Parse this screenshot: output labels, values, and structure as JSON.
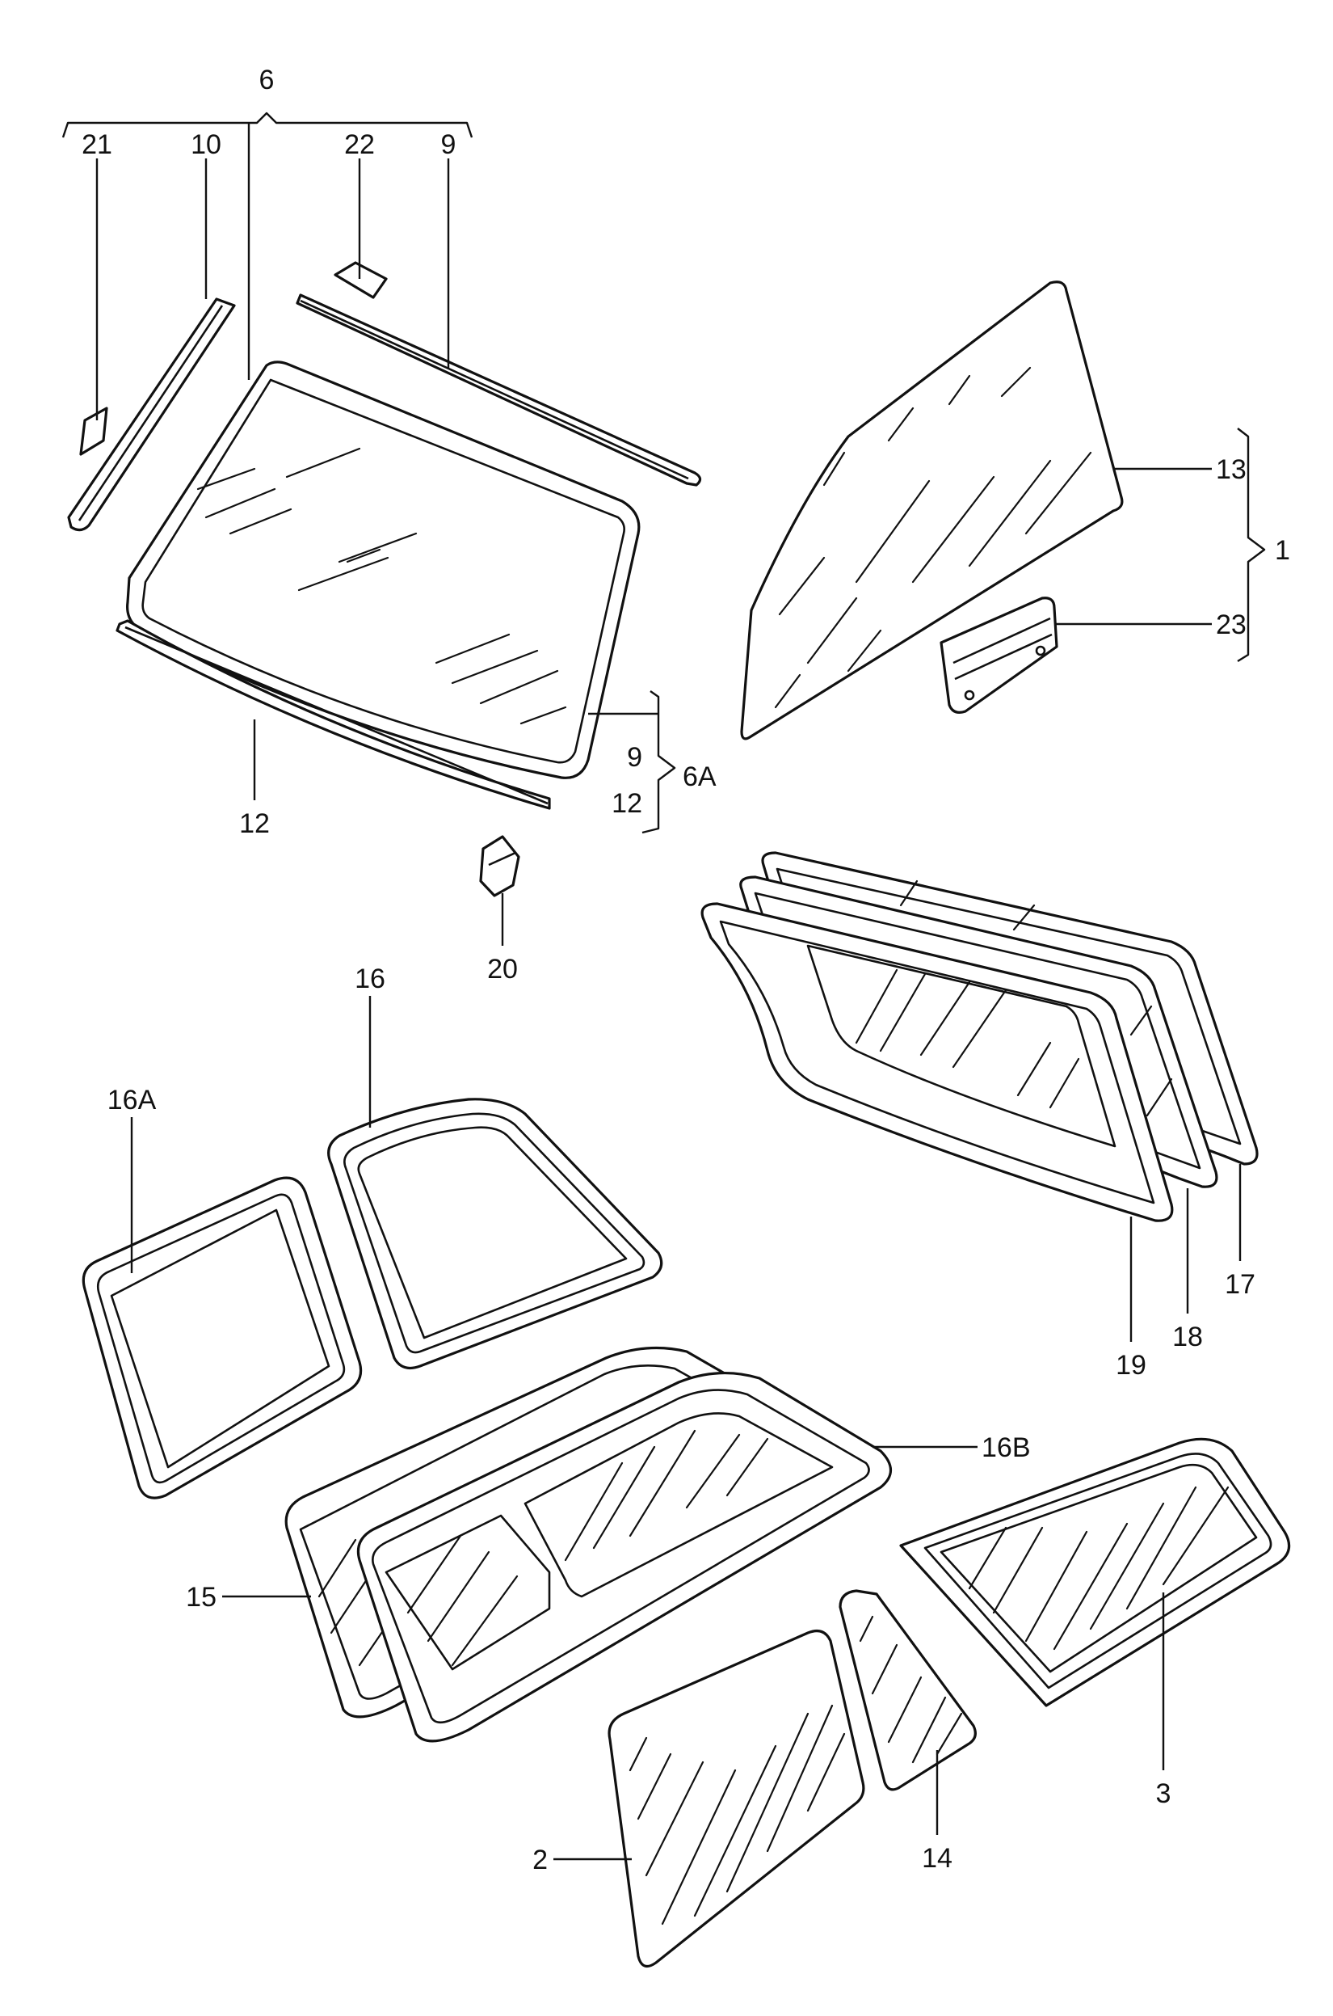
{
  "callouts": {
    "c1": "1",
    "c2": "2",
    "c3": "3",
    "c6": "6",
    "c6a": "6A",
    "c9_top": "9",
    "c9_right": "9",
    "c10": "10",
    "c12_left": "12",
    "c12_right": "12",
    "c13": "13",
    "c14": "14",
    "c15": "15",
    "c16": "16",
    "c16a": "16A",
    "c16b": "16B",
    "c17": "17",
    "c18": "18",
    "c19": "19",
    "c20": "20",
    "c21": "21",
    "c22": "22",
    "c23": "23"
  }
}
